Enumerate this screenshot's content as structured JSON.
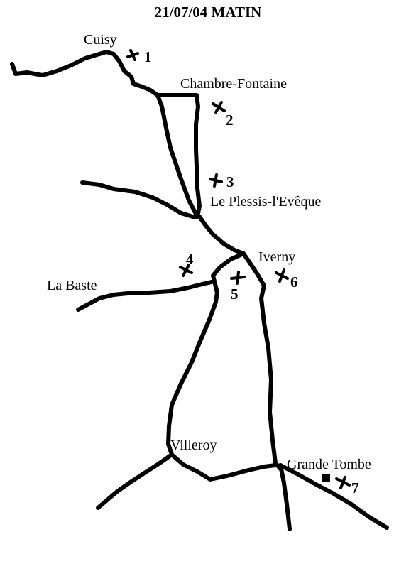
{
  "title": "21/07/04 MATIN",
  "places": {
    "cuisy": "Cuisy",
    "chambre_fontaine": "Chambre-Fontaine",
    "le_plessis": "Le Plessis-l'Evêque",
    "iverny": "Iverny",
    "la_baste": "La Baste",
    "villeroy": "Villeroy",
    "grande_tombe": "Grande Tombe"
  },
  "markers": [
    {
      "label": "1"
    },
    {
      "label": "2"
    },
    {
      "label": "3"
    },
    {
      "label": "4"
    },
    {
      "label": "5"
    },
    {
      "label": "6"
    },
    {
      "label": "7"
    }
  ],
  "colors": {
    "ink": "#000000",
    "background": "#ffffff"
  }
}
